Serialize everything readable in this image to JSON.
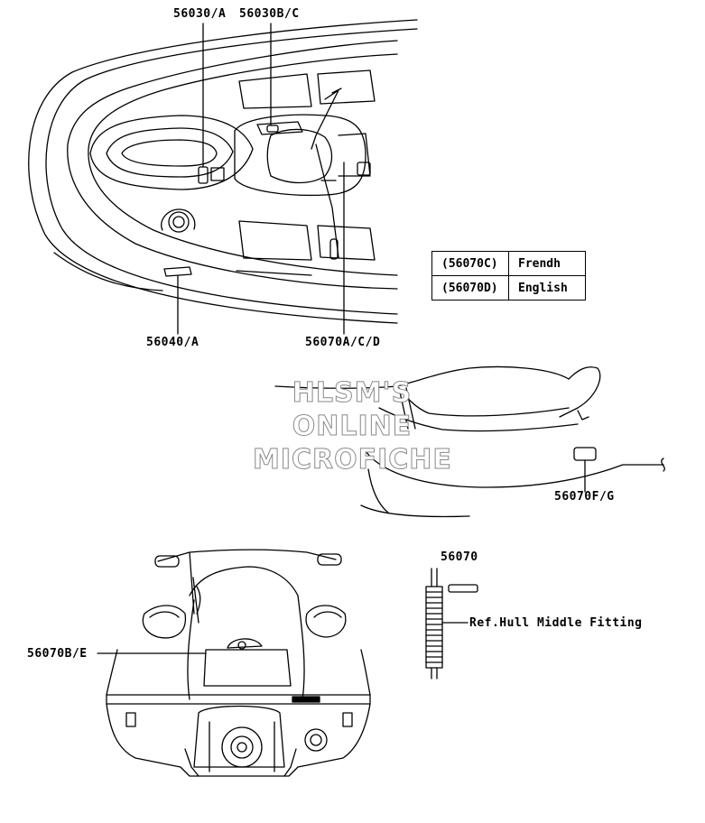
{
  "parts": {
    "p56030a": "56030/A",
    "p56030bc": "56030B/C",
    "p56040a": "56040/A",
    "p56070acd": "56070A/C/D",
    "p56070fg": "56070F/G",
    "p56070": "56070",
    "p56070be": "56070B/E",
    "ref_hull": "Ref.Hull Middle Fitting"
  },
  "legend": {
    "rows": [
      {
        "code": "(56070C)",
        "lang": "Frendh"
      },
      {
        "code": "(56070D)",
        "lang": "English"
      }
    ]
  },
  "watermark": {
    "line1": "HLSM'S",
    "line2": "ONLINE",
    "line3": "MICROFICHE"
  }
}
